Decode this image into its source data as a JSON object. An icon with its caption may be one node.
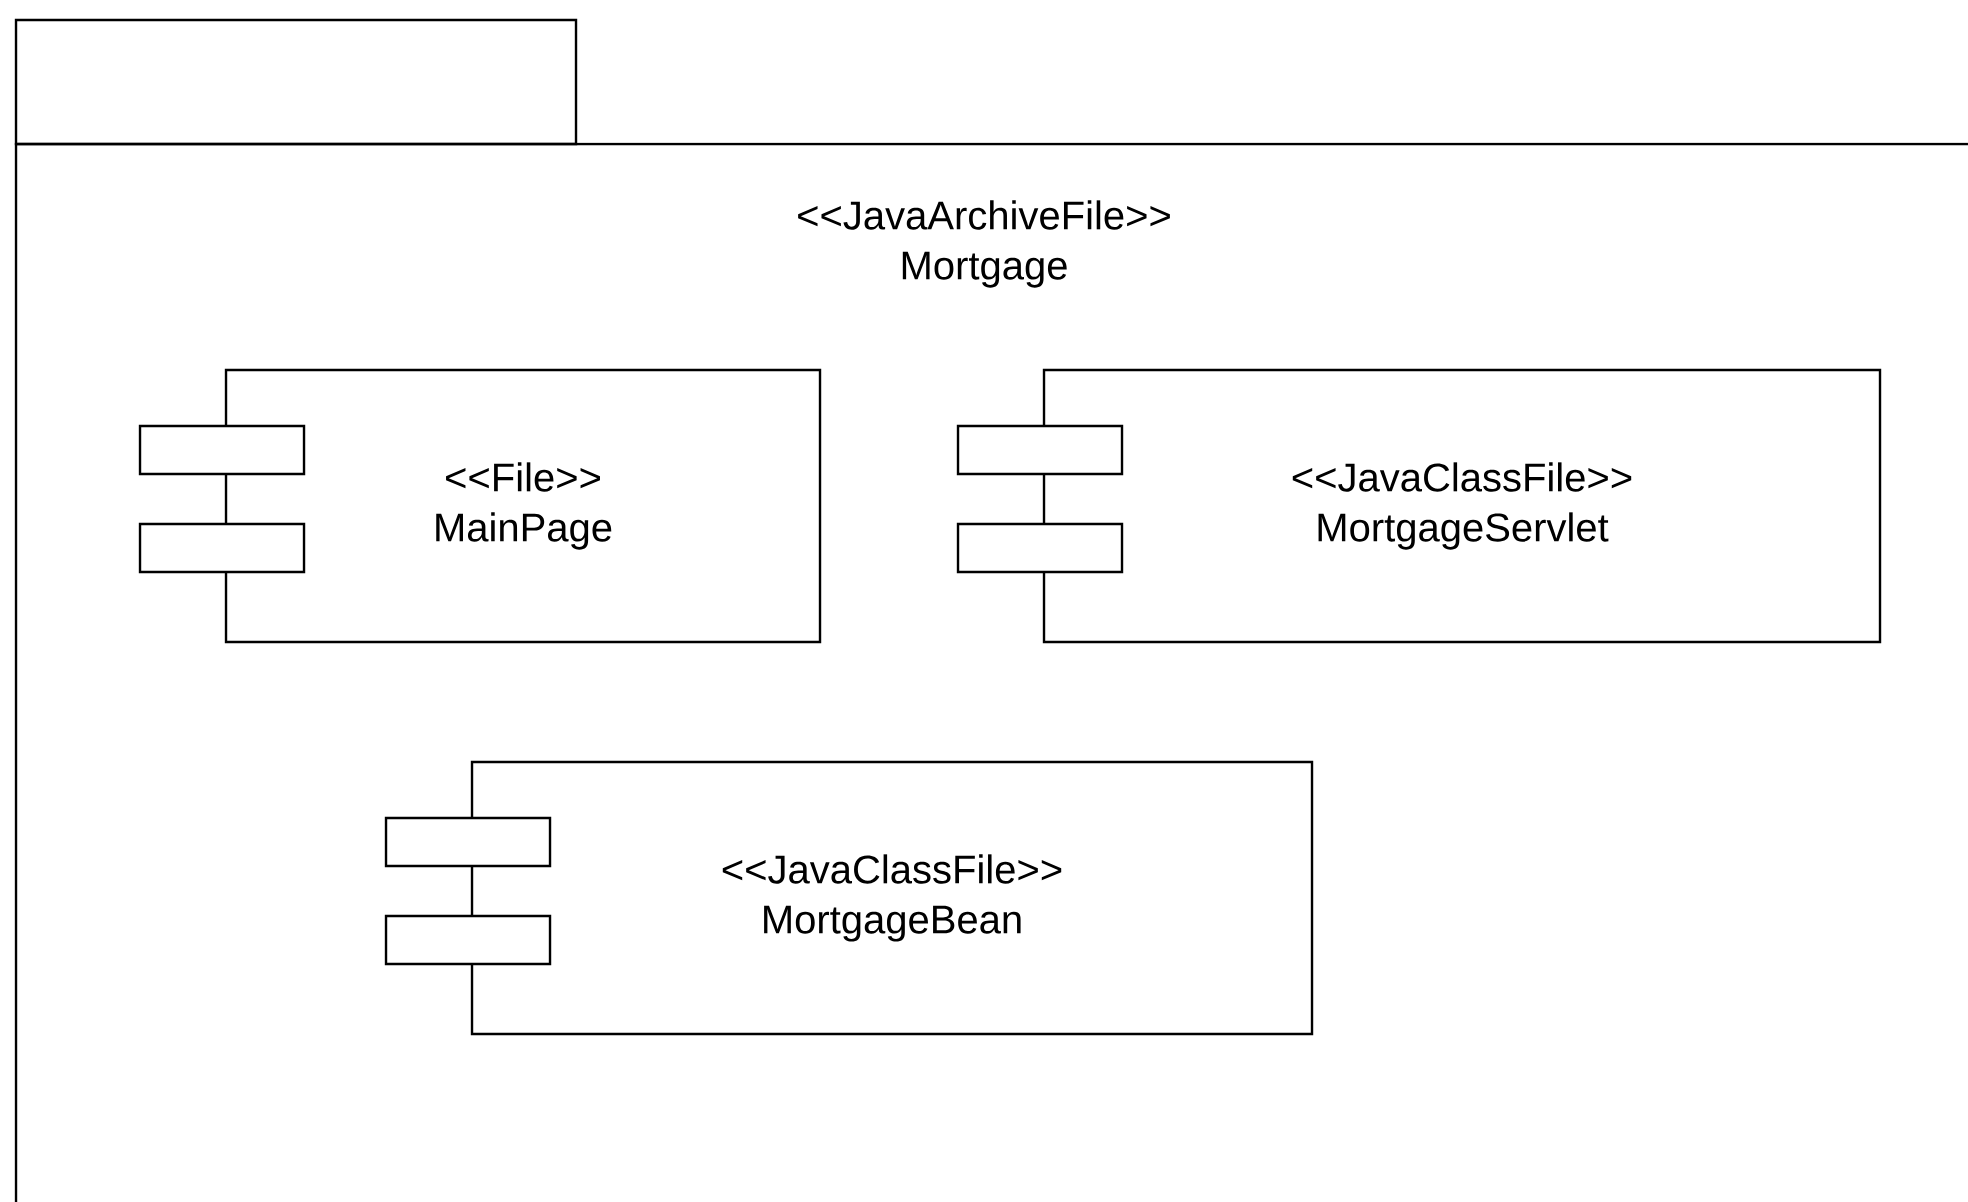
{
  "diagram": {
    "nodes": [
      {
        "text": [
          "<<JavaArchiveFile>>",
          "Mortgage"
        ]
      },
      {
        "text": [
          "<<File>>",
          "MainPage"
        ],
        "in": 0
      },
      {
        "text": [
          "<<JavaClassFile>>",
          "MortgageServlet"
        ],
        "in": 0
      },
      {
        "text": [
          "<<JavaClassFile>>",
          "MortgageBean"
        ],
        "in": 0
      }
    ]
  }
}
